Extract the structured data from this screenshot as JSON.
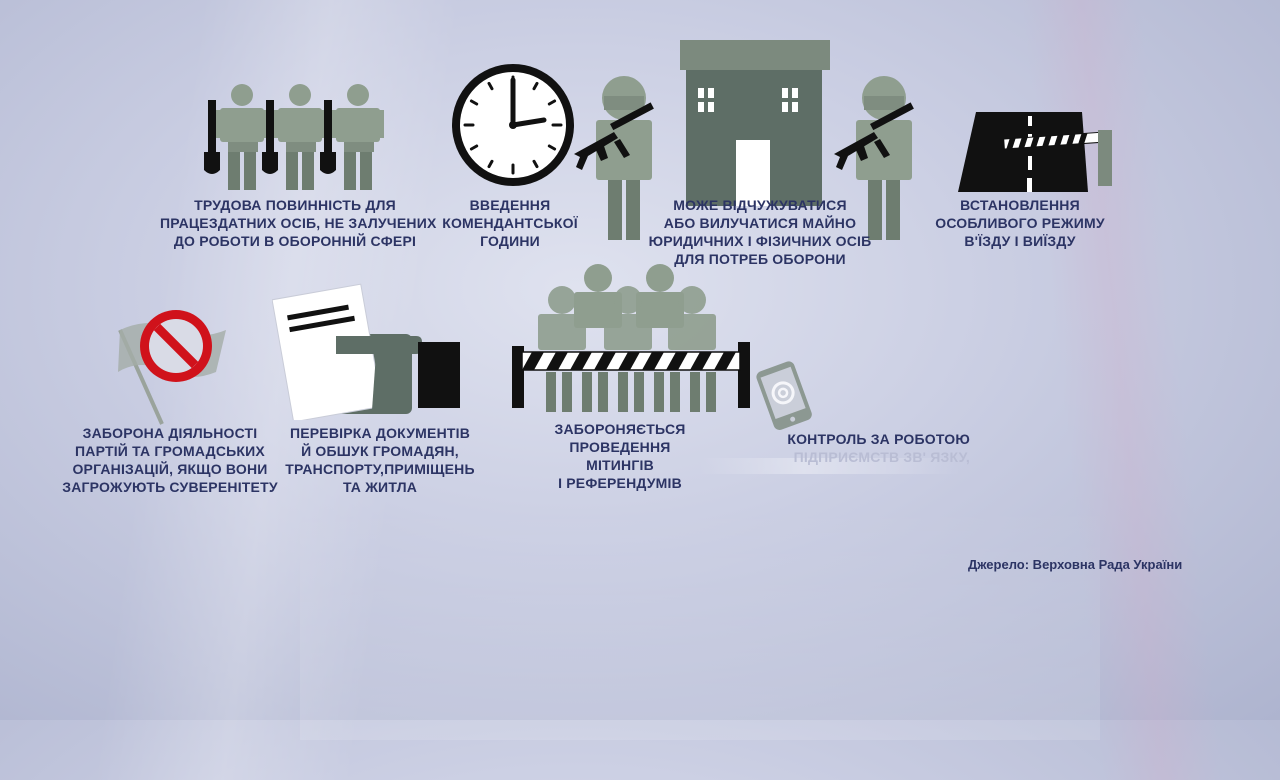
{
  "captions": {
    "labor": [
      "ТРУДОВА ПОВИННІСТЬ ДЛЯ",
      "ПРАЦЕЗДАТНИХ ОСІБ, НЕ ЗАЛУЧЕНИХ",
      "ДО РОБОТИ В ОБОРОННІЙ СФЕРІ"
    ],
    "curfew": [
      "ВВЕДЕННЯ",
      "КОМЕНДАНТСЬКОЇ",
      "ГОДИНИ"
    ],
    "property": [
      "МОЖЕ ВІДЧУЖУВАТИСЯ",
      "АБО ВИЛУЧАТИСЯ МАЙНО",
      "ЮРИДИЧНИХ І ФІЗИЧНИХ ОСІБ",
      "ДЛЯ ПОТРЕБ ОБОРОНИ"
    ],
    "entry": [
      "ВСТАНОВЛЕННЯ",
      "ОСОБЛИВОГО РЕЖИМУ",
      "В'ЇЗДУ І ВИЇЗДУ"
    ],
    "parties": [
      "ЗАБОРОНА ДІЯЛЬНОСТІ",
      "ПАРТІЙ ТА ГРОМАДСЬКИХ",
      "ОРГАНІЗАЦІЙ, ЯКЩО ВОНИ",
      "ЗАГРОЖУЮТЬ СУВЕРЕНІТЕТУ"
    ],
    "documents": [
      "ПЕРЕВІРКА ДОКУМЕНТІВ",
      "Й ОБШУК ГРОМАДЯН,",
      "ТРАНСПОРТУ,ПРИМІЩЕНЬ",
      "ТА ЖИТЛА"
    ],
    "rallies": [
      "ЗАБОРОНЯЄТЬСЯ",
      "ПРОВЕДЕННЯ",
      "МІТИНГІВ",
      "І РЕФЕРЕНДУМІВ"
    ],
    "telecom": [
      "КОНТРОЛЬ ЗА РОБОТОЮ",
      "ПІДПРИЄМСТВ ЗВ'        ЯЗКУ,"
    ]
  },
  "source": "Джерело: Верховна Рада України",
  "colors": {
    "figure": "#8f9e8f",
    "figure_dark": "#6e7d70",
    "building": "#5e6e66",
    "caption": "#2c3464",
    "ban_red": "#d0121b"
  },
  "icons": {
    "labor": "workers-with-shovels-icon",
    "curfew": "clock-icon",
    "property": "soldiers-guarding-building-icon",
    "entry": "road-barrier-icon",
    "parties": "banned-flag-icon",
    "documents": "document-check-icon",
    "rallies": "crowd-behind-barrier-icon",
    "telecom": "phone-email-icon"
  }
}
